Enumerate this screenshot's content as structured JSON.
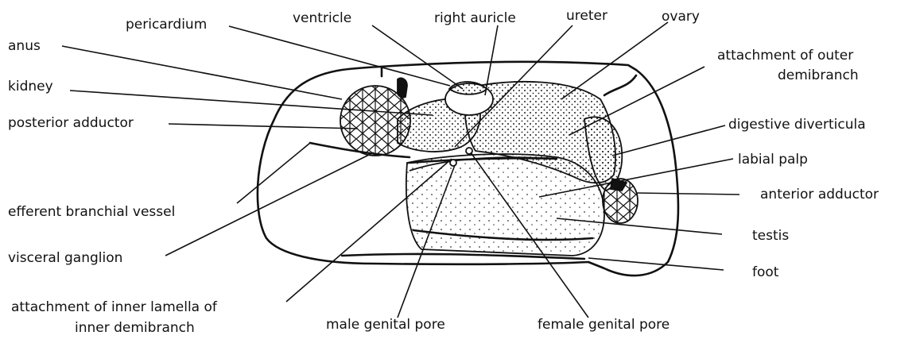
{
  "labels": {
    "pericardium": "pericardium",
    "ventricle": "ventricle",
    "right_auricle": "right auricle",
    "ureter": "ureter",
    "ovary": "ovary",
    "anus": "anus",
    "attachment_outer_1": "attachment of outer",
    "attachment_outer_2": "demibranch",
    "kidney": "kidney",
    "posterior_adductor": "posterior adductor",
    "digestive_diverticula": "digestive diverticula",
    "labial_palp": "labial palp",
    "anterior_adductor": "anterior adductor",
    "efferent_branchial_vessel": "efferent branchial vessel",
    "testis": "testis",
    "visceral_ganglion": "visceral ganglion",
    "foot": "foot",
    "attachment_inner_1": "attachment of inner lamella of",
    "attachment_inner_2": "inner demibranch",
    "male_genital_pore": "male genital pore",
    "female_genital_pore": "female genital pore"
  }
}
